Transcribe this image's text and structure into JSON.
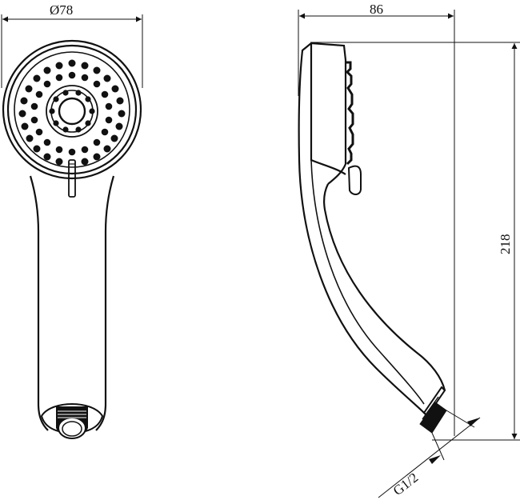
{
  "drawing": {
    "subject": "Hand shower technical drawing",
    "views": [
      "front-view",
      "side-view"
    ],
    "dimensions": {
      "diameter_symbol": "Ø",
      "diameter_value": "78",
      "width": "86",
      "height": "218",
      "thread": "G1/2"
    },
    "colors": {
      "line": "#111111",
      "background": "#ffffff"
    }
  }
}
